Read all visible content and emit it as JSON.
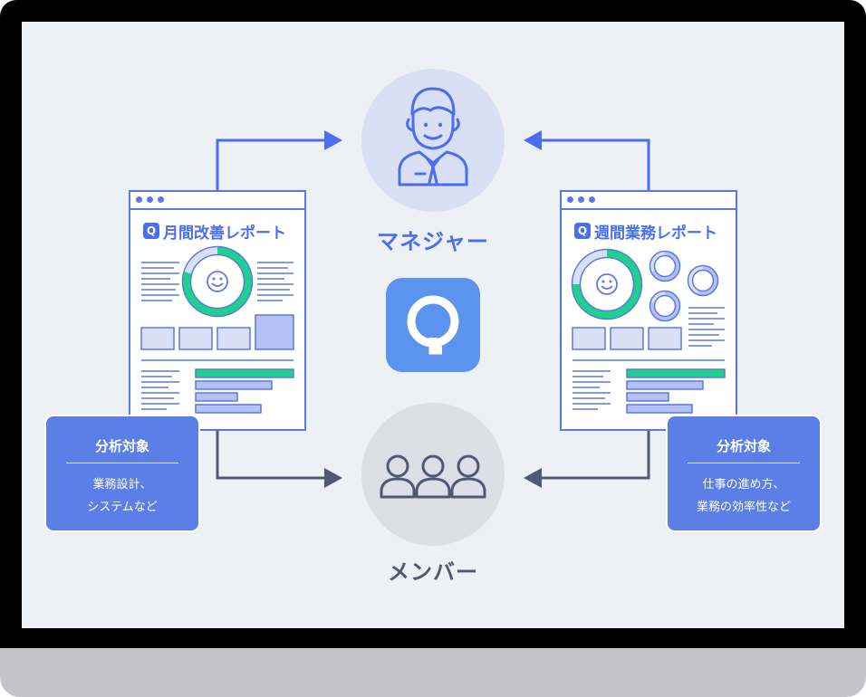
{
  "manager": {
    "label": "マネジャー",
    "icon": "manager-icon"
  },
  "member": {
    "label": "メンバー",
    "icon": "members-icon"
  },
  "center_logo": {
    "letter": "Q",
    "color": "#5c93ef"
  },
  "left_report": {
    "badge": "Q",
    "title": "月間改善レポート"
  },
  "right_report": {
    "badge": "Q",
    "title": "週間業務レポート"
  },
  "left_target": {
    "heading": "分析対象",
    "line1": "業務設計、",
    "line2": "システムなど"
  },
  "right_target": {
    "heading": "分析対象",
    "line1": "仕事の進め方、",
    "line2": "業務の効率性など"
  },
  "colors": {
    "accent": "#4a6ef0",
    "chart_green": "#1fd08f",
    "arrow_blue": "#4a6ef0",
    "arrow_gray": "#4f5a72",
    "box_blue": "#5b7fe6"
  }
}
